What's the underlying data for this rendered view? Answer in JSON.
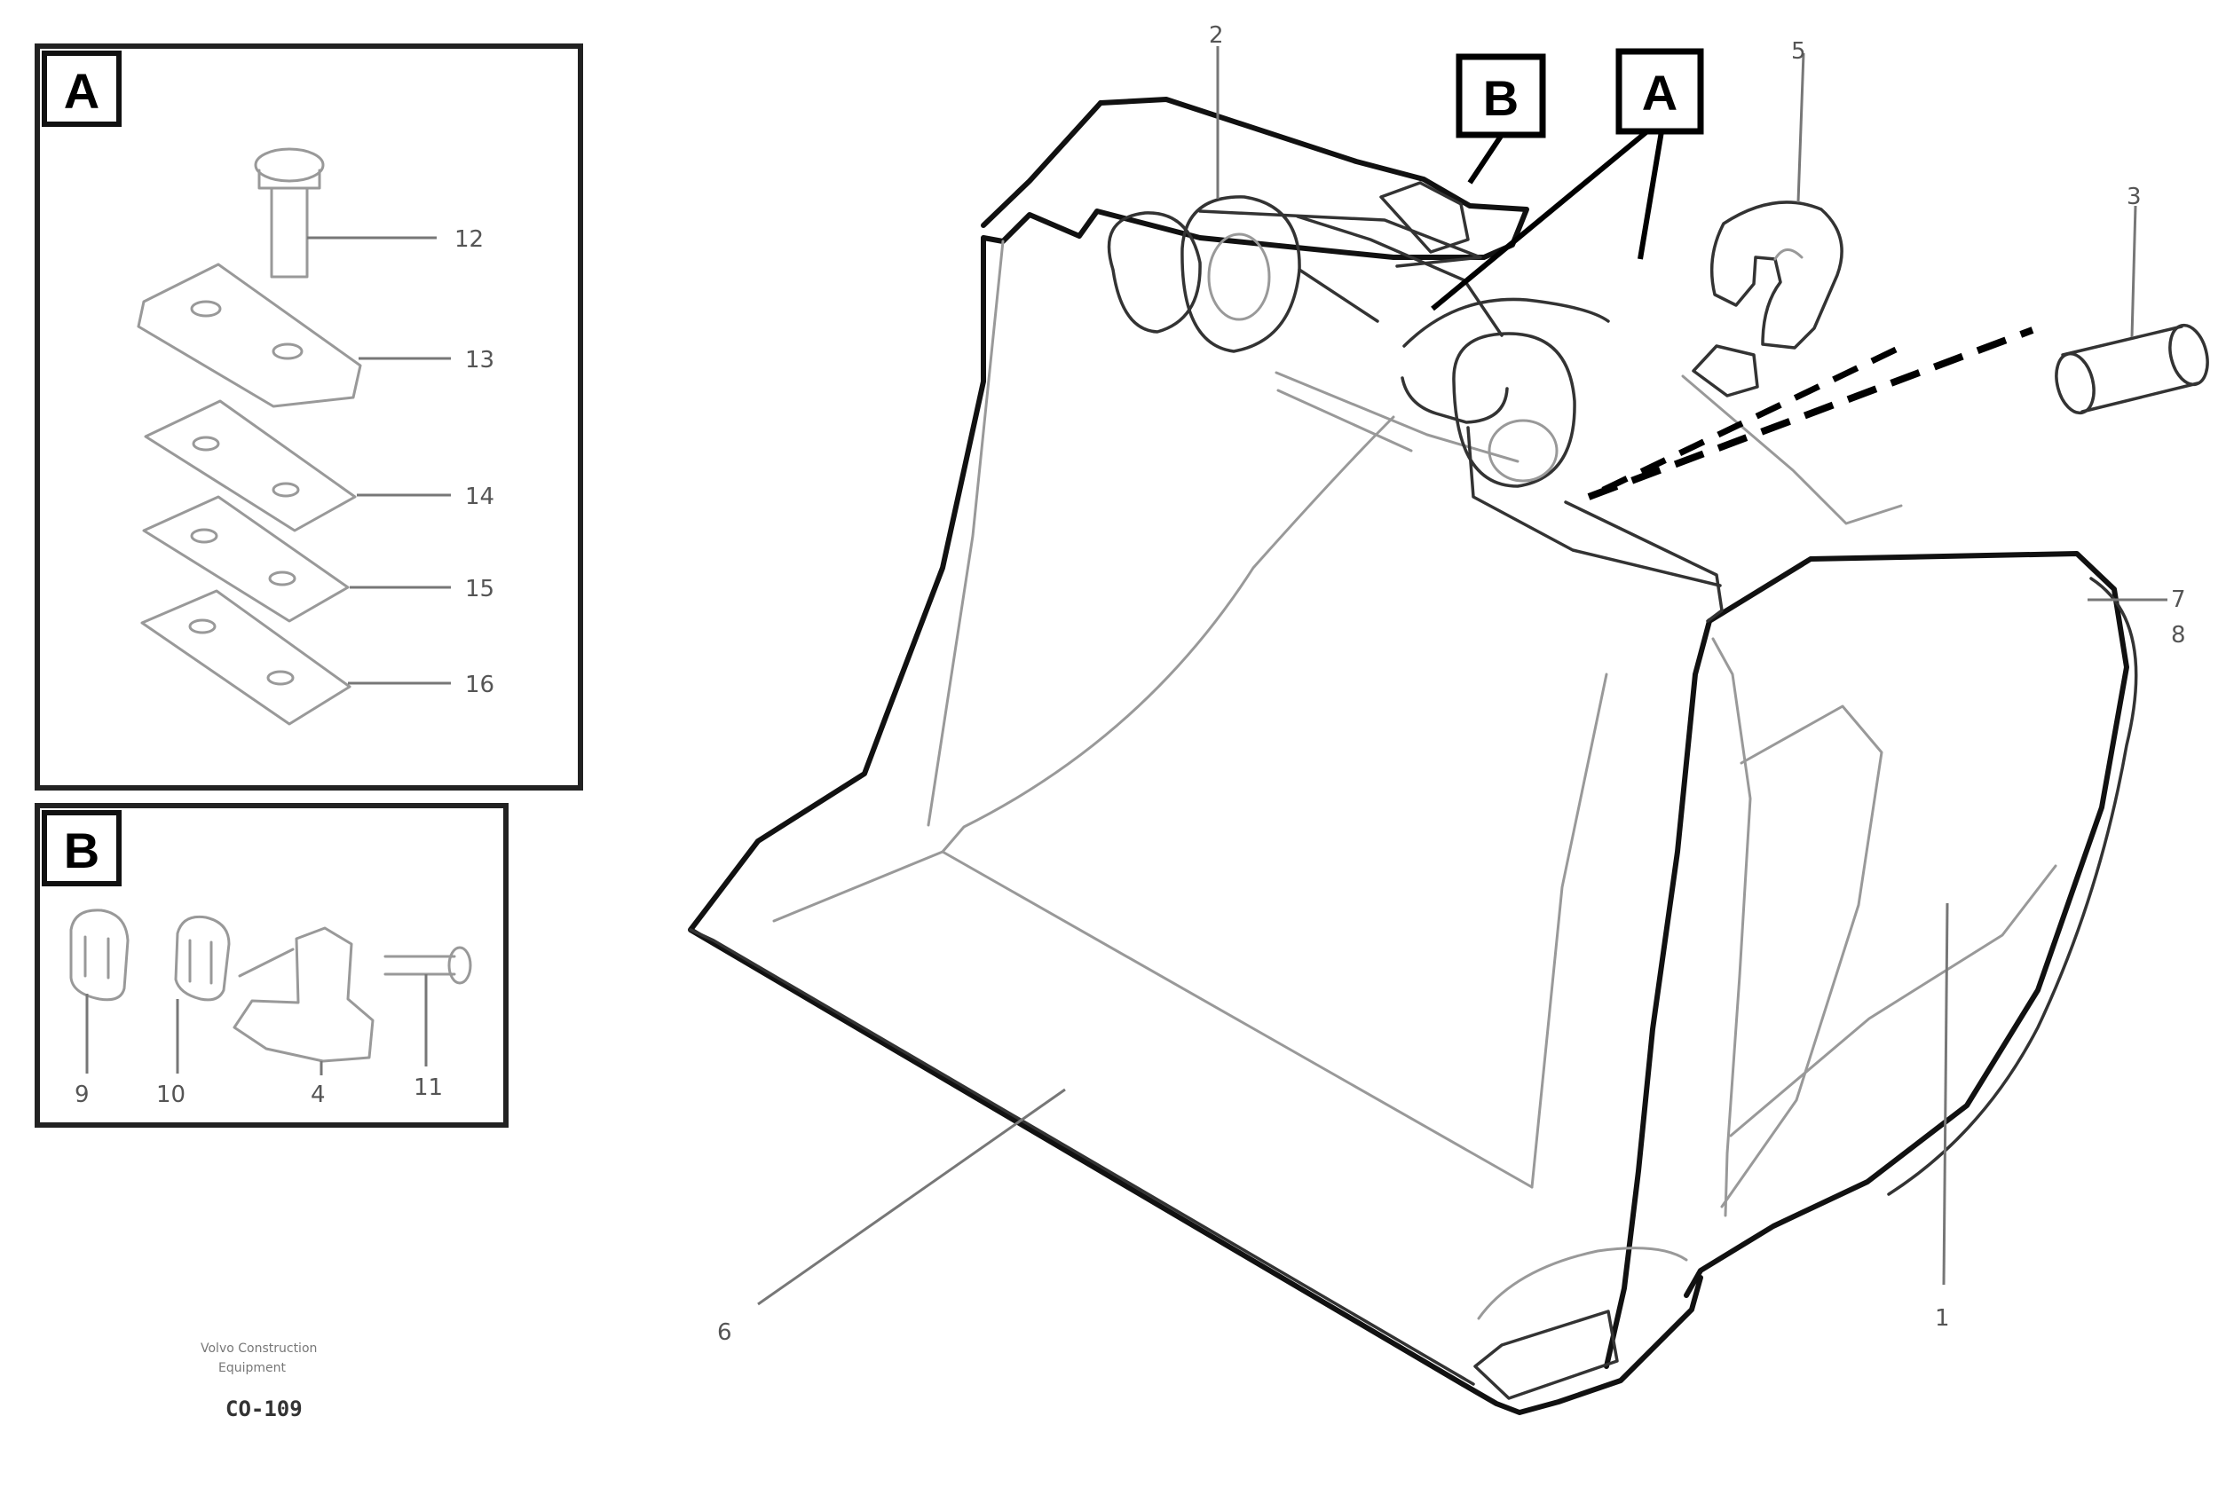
{
  "insets": {
    "a": {
      "label": "A",
      "callouts": [
        "12",
        "13",
        "14",
        "15",
        "16"
      ]
    },
    "b": {
      "label": "B",
      "callouts": [
        "9",
        "10",
        "4",
        "11"
      ]
    }
  },
  "main": {
    "ref_labels": [
      "B",
      "A"
    ],
    "callouts": {
      "top_left": "2",
      "top_hook": "5",
      "pin": "3",
      "side_a": "7",
      "side_b": "8",
      "bottom_left": "6",
      "bottom_right": "1"
    }
  },
  "footer": {
    "line1": "Volvo Construction",
    "line2": "Equipment",
    "code": "CO-109"
  }
}
